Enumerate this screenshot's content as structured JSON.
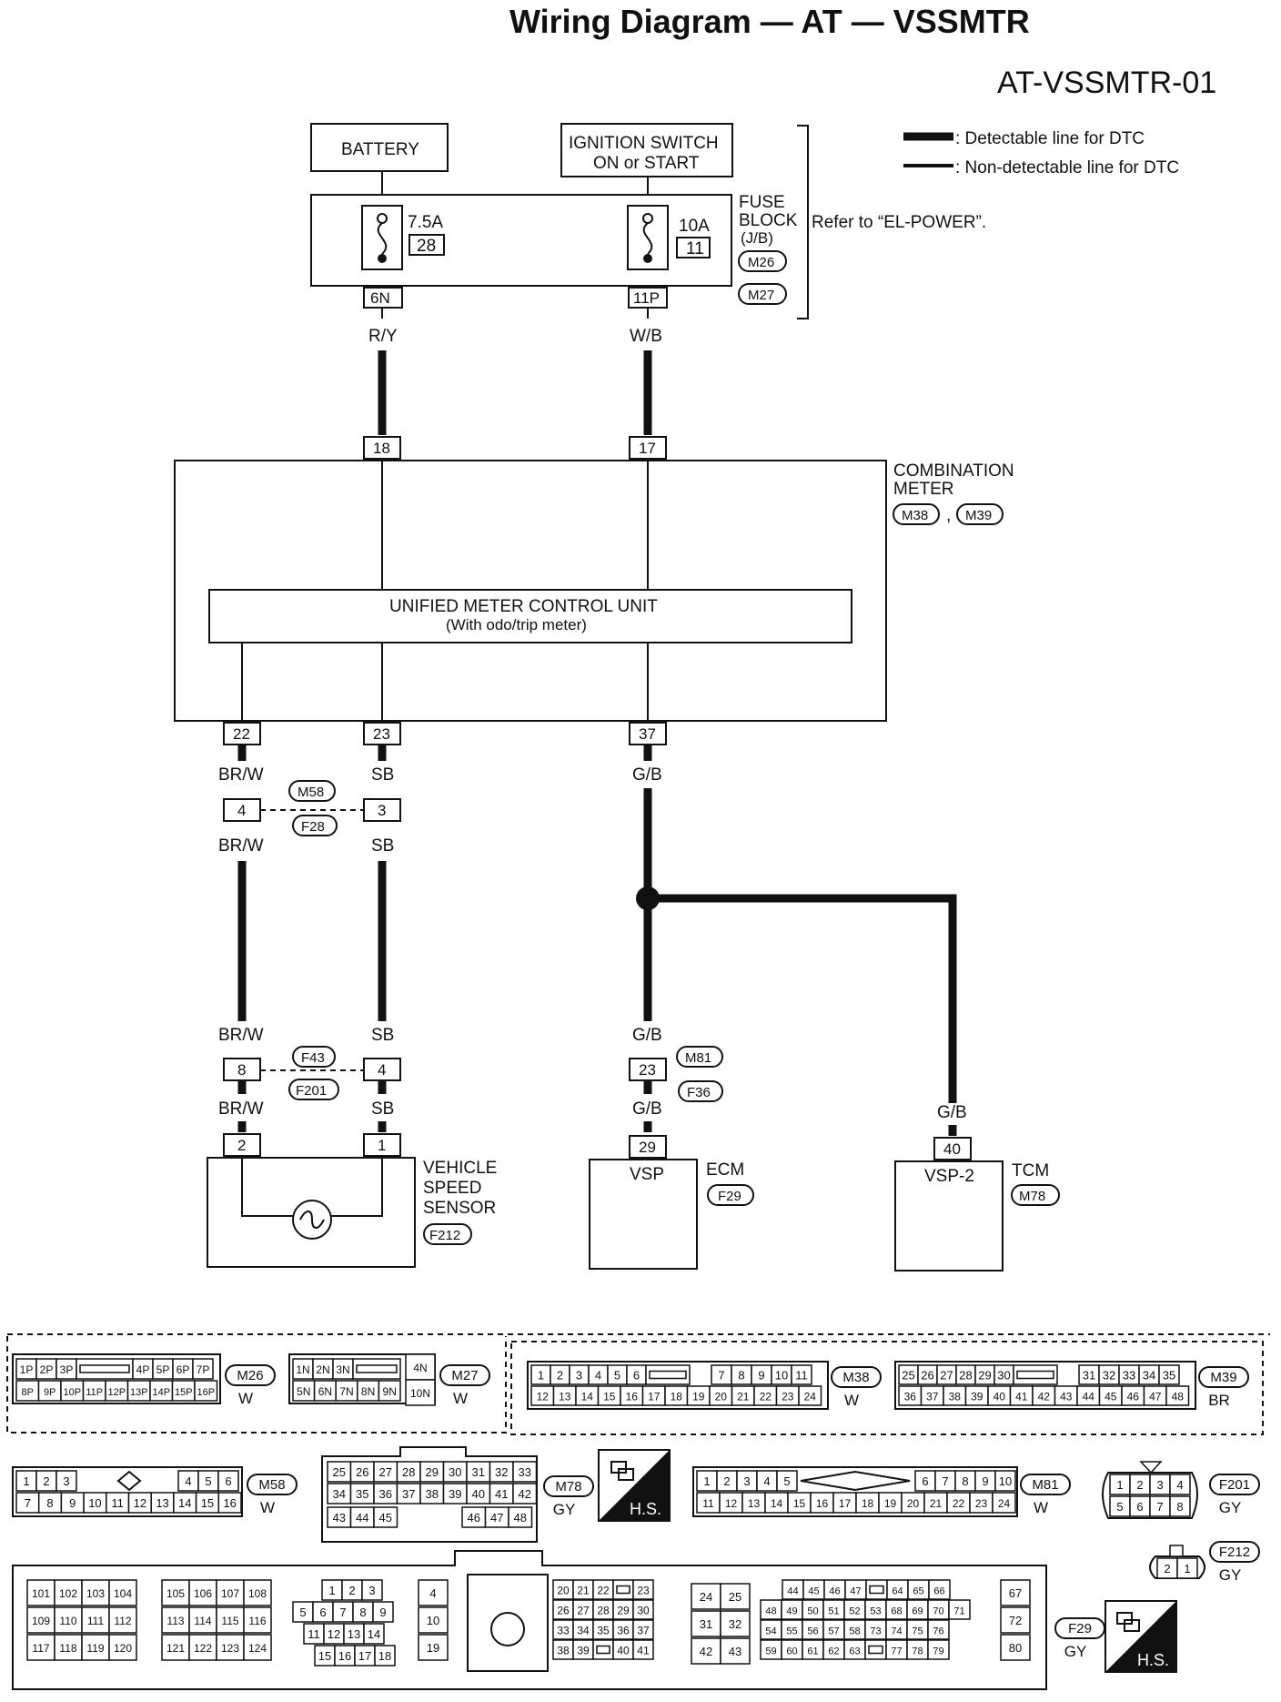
{
  "header": {
    "title": "Wiring Diagram — AT — VSSMTR",
    "doc_id": "AT-VSSMTR-01"
  },
  "legend": {
    "detectable": ": Detectable line for DTC",
    "non_detectable": ": Non-detectable line for DTC"
  },
  "power": {
    "battery": "BATTERY",
    "ignition_line1": "IGNITION SWITCH",
    "ignition_line2": "ON or START",
    "fuse1_amp": "7.5A",
    "fuse1_no": "28",
    "fuse2_amp": "10A",
    "fuse2_no": "11",
    "fuse_block_line1": "FUSE",
    "fuse_block_line2": "BLOCK",
    "fuse_block_line3": "(J/B)",
    "conn_m26": "M26",
    "conn_m27": "M27",
    "refer": "Refer to “EL-POWER”.",
    "pin_6n": "6N",
    "pin_11p": "11P",
    "wire_ry": "R/Y",
    "wire_wb": "W/B"
  },
  "meter": {
    "pin_18": "18",
    "pin_17": "17",
    "name_line1": "COMBINATION",
    "name_line2": "METER",
    "conn_m38": "M38",
    "conn_sep": ",",
    "conn_m39": "M39",
    "unit_line1": "UNIFIED METER CONTROL UNIT",
    "unit_line2": "(With odo/trip meter)",
    "pin_22": "22",
    "pin_23": "23",
    "pin_37": "37"
  },
  "harness": {
    "wire_brw": "BR/W",
    "wire_sb": "SB",
    "wire_gb": "G/B",
    "pin_4": "4",
    "pin_3": "3",
    "pin_8": "8",
    "pin_4b": "4",
    "conn_m58": "M58",
    "conn_f28": "F28",
    "conn_f43": "F43",
    "conn_f201": "F201",
    "pin_23b": "23",
    "conn_m81": "M81",
    "conn_f36": "F36"
  },
  "components": {
    "vss_pin2": "2",
    "vss_pin1": "1",
    "vss_line1": "VEHICLE",
    "vss_line2": "SPEED",
    "vss_line3": "SENSOR",
    "conn_f212": "F212",
    "ecm_pin": "29",
    "ecm_signal": "VSP",
    "ecm_name": "ECM",
    "conn_f29": "F29",
    "tcm_pin": "40",
    "tcm_signal": "VSP-2",
    "tcm_name": "TCM",
    "conn_m78": "M78"
  },
  "connector_views": {
    "m26": {
      "id": "M26",
      "color": "W",
      "row1": [
        "1P",
        "2P",
        "3P",
        "",
        "4P",
        "5P",
        "6P",
        "7P"
      ],
      "row2": [
        "8P",
        "9P",
        "10P",
        "11P",
        "12P",
        "13P",
        "14P",
        "15P",
        "16P"
      ]
    },
    "m27": {
      "id": "M27",
      "color": "W",
      "row1": [
        "1N",
        "2N",
        "3N",
        ""
      ],
      "row2": [
        "5N",
        "6N",
        "7N",
        "8N",
        "9N"
      ],
      "side_top": "4N",
      "side_bot": "10N"
    },
    "m38": {
      "id": "M38",
      "color": "W",
      "row1": [
        "1",
        "2",
        "3",
        "4",
        "5",
        "6",
        "",
        "7",
        "8",
        "9",
        "10",
        "11"
      ],
      "row2": [
        "12",
        "13",
        "14",
        "15",
        "16",
        "17",
        "18",
        "19",
        "20",
        "21",
        "22",
        "23",
        "24"
      ]
    },
    "m39": {
      "id": "M39",
      "color": "BR",
      "row1": [
        "25",
        "26",
        "27",
        "28",
        "29",
        "30",
        "",
        "31",
        "32",
        "33",
        "34",
        "35"
      ],
      "row2": [
        "36",
        "37",
        "38",
        "39",
        "40",
        "41",
        "42",
        "43",
        "44",
        "45",
        "46",
        "47",
        "48"
      ]
    },
    "m58": {
      "id": "M58",
      "color": "W",
      "row1": [
        "1",
        "2",
        "3",
        "",
        "4",
        "5",
        "6"
      ],
      "row2": [
        "7",
        "8",
        "9",
        "10",
        "11",
        "12",
        "13",
        "14",
        "15",
        "16"
      ]
    },
    "m78": {
      "id": "M78",
      "color": "GY",
      "row1": [
        "25",
        "26",
        "27",
        "28",
        "29",
        "30",
        "31",
        "32",
        "33"
      ],
      "row2": [
        "34",
        "35",
        "36",
        "37",
        "38",
        "39",
        "40",
        "41",
        "42"
      ],
      "row3": [
        "43",
        "44",
        "45",
        "",
        "",
        "46",
        "47",
        "48"
      ]
    },
    "hs": "H.S.",
    "m81": {
      "id": "M81",
      "color": "W",
      "row1": [
        "1",
        "2",
        "3",
        "4",
        "5",
        "",
        "6",
        "7",
        "8",
        "9",
        "10"
      ],
      "row2": [
        "11",
        "12",
        "13",
        "14",
        "15",
        "16",
        "17",
        "18",
        "19",
        "20",
        "21",
        "22",
        "23",
        "24"
      ]
    },
    "f201": {
      "id": "F201",
      "color": "GY",
      "row1": [
        "1",
        "2",
        "3",
        "4"
      ],
      "row2": [
        "5",
        "6",
        "7",
        "8"
      ]
    },
    "f212": {
      "id": "F212",
      "color": "GY",
      "pins": [
        "2",
        "1"
      ]
    },
    "f29": {
      "id": "F29",
      "color": "GY",
      "block_a": [
        [
          "101",
          "102",
          "103",
          "104"
        ],
        [
          "109",
          "110",
          "111",
          "112"
        ],
        [
          "117",
          "118",
          "119",
          "120"
        ]
      ],
      "block_b": [
        [
          "105",
          "106",
          "107",
          "108"
        ],
        [
          "113",
          "114",
          "115",
          "116"
        ],
        [
          "121",
          "122",
          "123",
          "124"
        ]
      ],
      "block_c": [
        [
          "1",
          "2",
          "3"
        ],
        [
          "5",
          "6",
          "7",
          "8",
          "9"
        ],
        [
          "11",
          "12",
          "13",
          "14"
        ],
        [
          "15",
          "16",
          "17",
          "18"
        ]
      ],
      "block_d": [
        "4",
        "10",
        "19"
      ],
      "block_e": [
        [
          "20",
          "21",
          "22",
          "",
          "23"
        ],
        [
          "26",
          "27",
          "28",
          "29",
          "30"
        ],
        [
          "33",
          "34",
          "35",
          "36",
          "37"
        ],
        [
          "38",
          "39",
          "",
          "40",
          "41"
        ]
      ],
      "block_f": [
        [
          "24",
          "25"
        ],
        [
          "31",
          "32"
        ],
        [
          "42",
          "43"
        ]
      ],
      "block_g": [
        [
          "44",
          "45",
          "46",
          "47",
          "",
          "64",
          "65",
          "66"
        ],
        [
          "48",
          "49",
          "50",
          "51",
          "52",
          "53",
          "68",
          "69",
          "70",
          "71"
        ],
        [
          "54",
          "55",
          "56",
          "57",
          "58",
          "73",
          "74",
          "75",
          "76"
        ],
        [
          "59",
          "60",
          "61",
          "62",
          "63",
          "",
          "77",
          "78",
          "79"
        ]
      ],
      "block_h": [
        "67",
        "72",
        "80"
      ]
    }
  }
}
